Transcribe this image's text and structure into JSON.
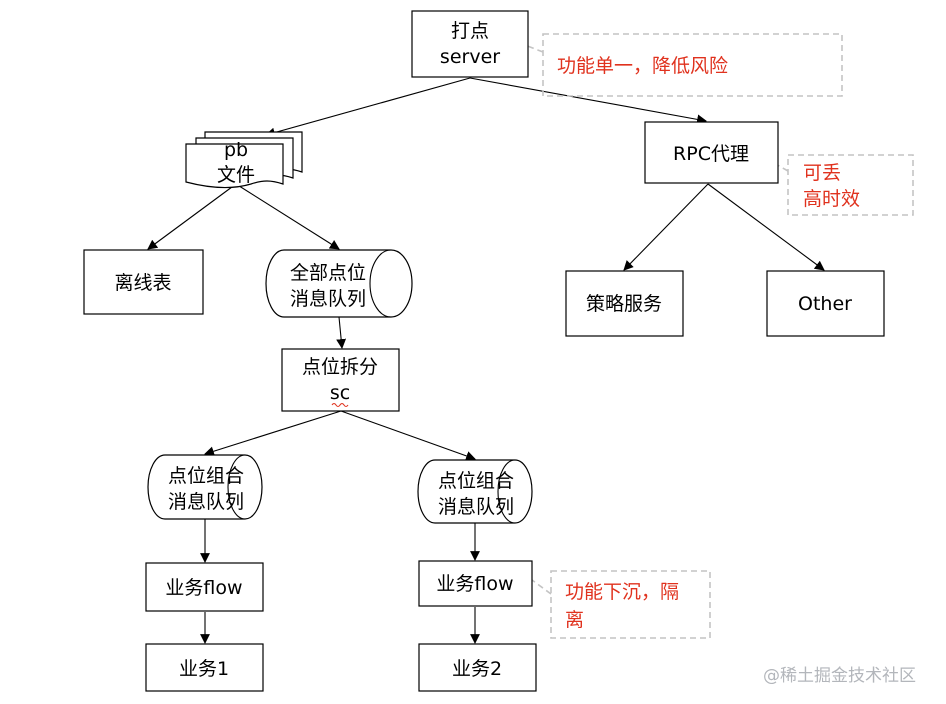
{
  "nodes": {
    "server": [
      "打点",
      "server"
    ],
    "pb": [
      "pb",
      "文件"
    ],
    "rpc": [
      "RPC代理"
    ],
    "offline": [
      "离线表"
    ],
    "allq": [
      "全部点位",
      "消息队列"
    ],
    "strategy": [
      "策略服务"
    ],
    "other": [
      "Other"
    ],
    "split": [
      "点位拆分",
      "sc"
    ],
    "combo1": [
      "点位组合",
      "消息队列"
    ],
    "combo2": [
      "点位组合",
      "消息队列"
    ],
    "flow1": [
      "业务flow"
    ],
    "flow2": [
      "业务flow"
    ],
    "biz1": [
      "业务1"
    ],
    "biz2": [
      "业务2"
    ]
  },
  "notes": {
    "note1": [
      "功能单一，降低风险"
    ],
    "note2": [
      "可丢",
      "高时效"
    ],
    "note3": [
      "功能下沉，隔",
      "离"
    ]
  },
  "watermark": "@稀土掘金技术社区",
  "colors": {
    "note_text": "#e0321e",
    "note_border": "#c4c4c4",
    "watermark": "#b3b6bb"
  }
}
